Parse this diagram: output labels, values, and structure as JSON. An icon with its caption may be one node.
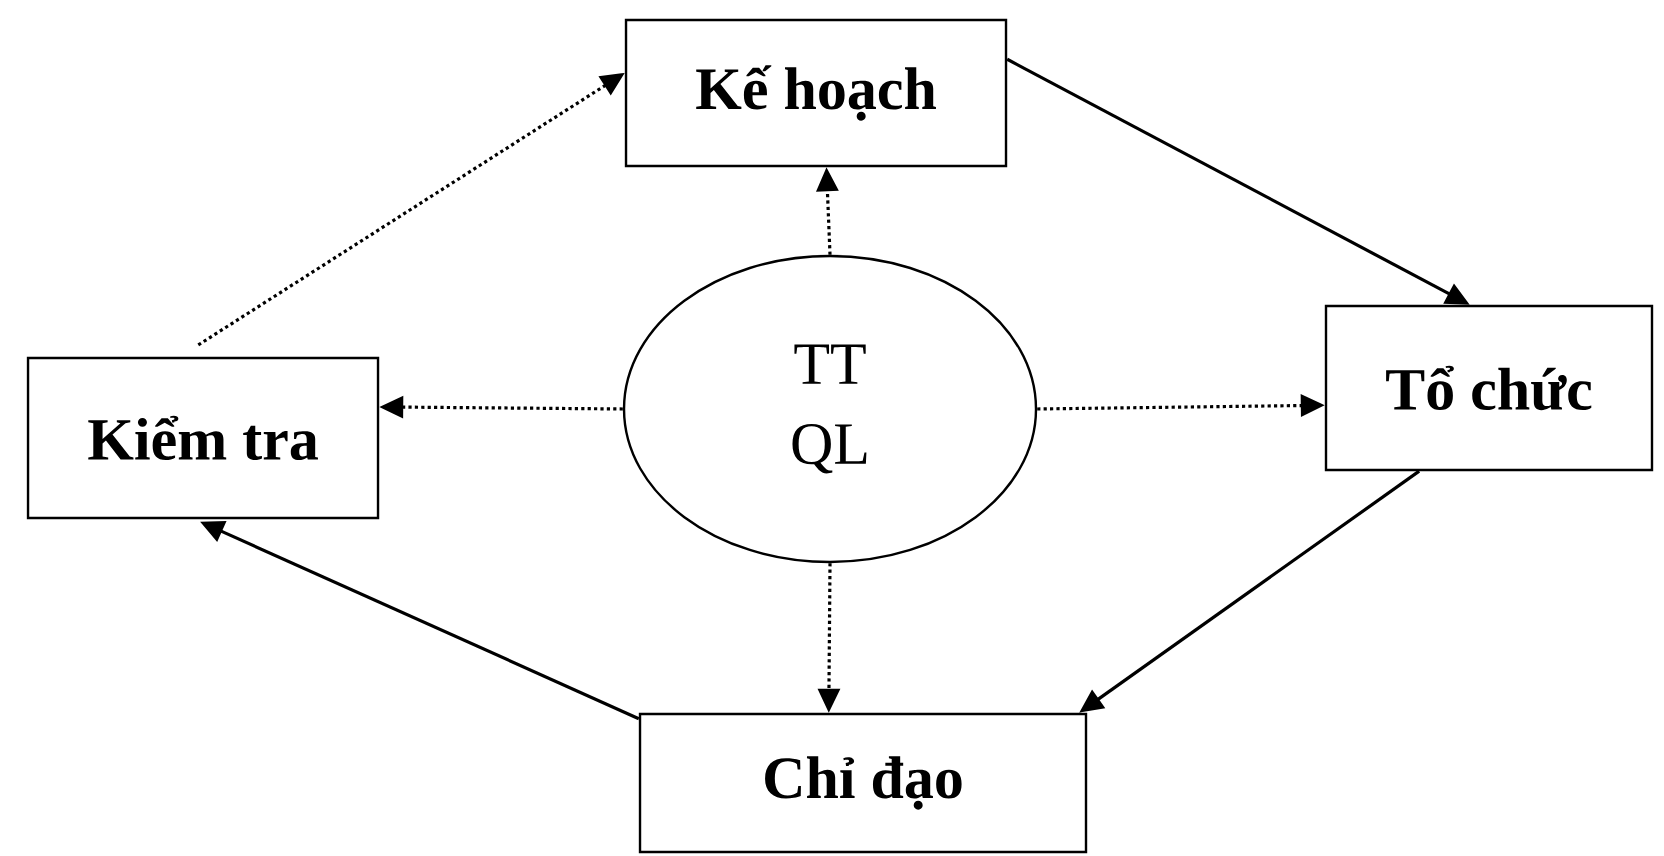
{
  "diagram": {
    "nodes": [
      {
        "text": [
          "Kế hoạch"
        ]
      },
      {
        "text": [
          "Tổ chức"
        ]
      },
      {
        "text": [
          "Chỉ đạo"
        ]
      },
      {
        "text": [
          "Kiểm tra"
        ]
      },
      {
        "text": [
          "TT QL"
        ]
      }
    ],
    "edges": [
      {
        "from": 0,
        "to": 1,
        "arrow": "to"
      },
      {
        "from": 1,
        "to": 2,
        "arrow": "to"
      },
      {
        "from": 2,
        "to": 3,
        "arrow": "to"
      },
      {
        "from": 3,
        "to": 0,
        "arrow": "to",
        "style": "dashed"
      },
      {
        "from": 4,
        "to": 0,
        "arrow": "to",
        "style": "dashed"
      },
      {
        "from": 4,
        "to": 1,
        "arrow": "to",
        "style": "dashed"
      },
      {
        "from": 4,
        "to": 2,
        "arrow": "to",
        "style": "dashed"
      },
      {
        "from": 4,
        "to": 3,
        "arrow": "to",
        "style": "dashed"
      }
    ]
  }
}
